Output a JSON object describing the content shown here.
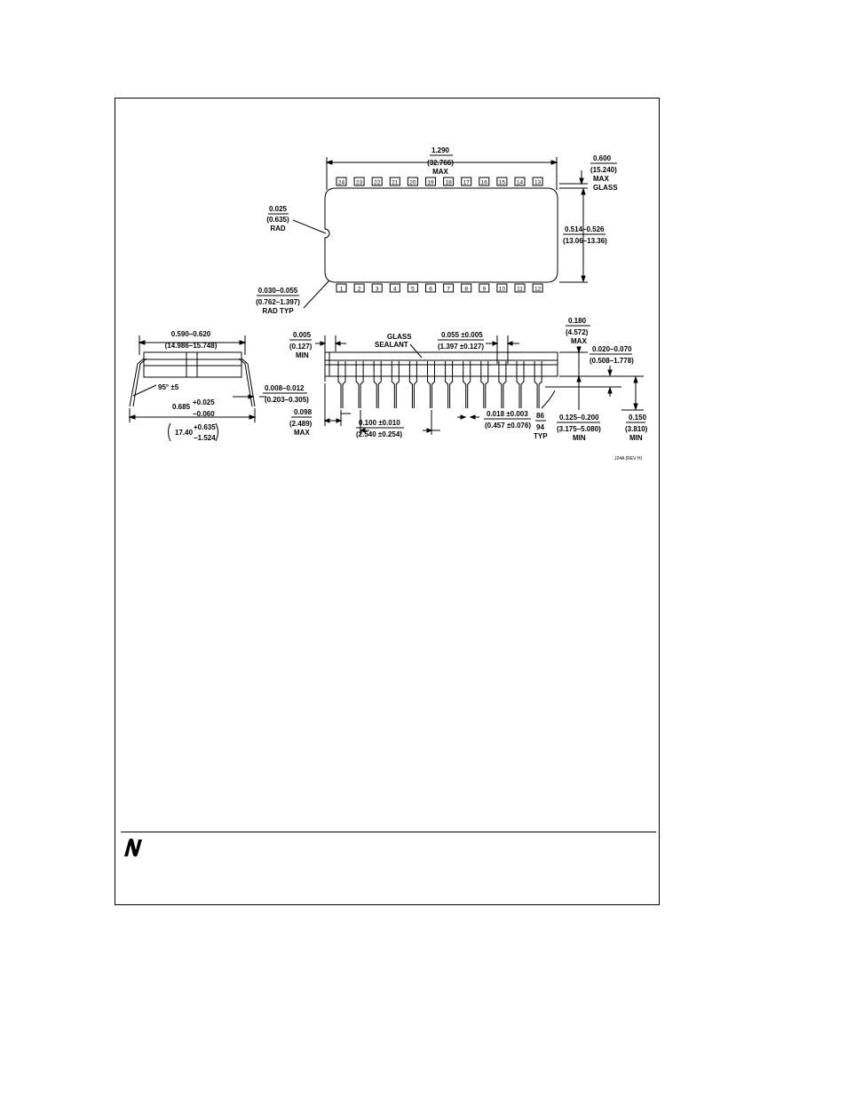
{
  "package_outline": {
    "top_view": {
      "overall_length": {
        "inch": "1.290",
        "mm": "(32.766)",
        "note": "MAX"
      },
      "width_max": {
        "inch": "0.600",
        "mm": "(15.240)",
        "note1": "MAX",
        "note2": "GLASS"
      },
      "body_width": {
        "inch": "0.514–0.526",
        "mm": "(13.06–13.36)"
      },
      "notch_radius": {
        "inch": "0.025",
        "mm": "(0.635)",
        "note": "RAD"
      },
      "corner_radius": {
        "inch": "0.030–0.055",
        "mm": "(0.762–1.397)",
        "note": "RAD TYP"
      },
      "top_pins": [
        "24",
        "23",
        "22",
        "21",
        "20",
        "19",
        "18",
        "17",
        "16",
        "15",
        "14",
        "13"
      ],
      "bottom_pins": [
        "1",
        "2",
        "3",
        "4",
        "5",
        "6",
        "7",
        "8",
        "9",
        "10",
        "11",
        "12"
      ]
    },
    "end_view": {
      "row_spacing": {
        "inch": "0.590–0.620",
        "mm": "(14.986–15.748)"
      },
      "angle": "95° ±5",
      "lead_thickness": {
        "inch": "0.008–0.012",
        "mm": "(0.203–0.305)"
      },
      "spread": {
        "inch": "0.685",
        "tol_plus": "+0.025",
        "tol_minus": "−0.060",
        "mm": "17.40",
        "mm_plus": "+0.635",
        "mm_minus": "−1.524"
      }
    },
    "side_view": {
      "standoff": {
        "inch": "0.005",
        "mm": "(0.127)",
        "note": "MIN"
      },
      "sealant": {
        "line1": "GLASS",
        "line2": "SEALANT"
      },
      "shoulder_width": {
        "inch": "0.055 ±0.005",
        "mm": "(1.397 ±0.127)"
      },
      "height_max": {
        "inch": "0.180",
        "mm": "(4.572)",
        "note": "MAX"
      },
      "seating": {
        "inch": "0.020–0.070",
        "mm": "(0.508–1.778)"
      },
      "end_lead": {
        "inch": "0.098",
        "mm": "(2.489)",
        "note": "MAX"
      },
      "pitch": {
        "inch": "0.100 ±0.010",
        "mm": "(2.540 ±0.254)"
      },
      "lead_width": {
        "inch": "0.018 ±0.003",
        "mm": "(0.457 ±0.076)"
      },
      "lead_angle": {
        "a": "86",
        "b": "94",
        "note": "TYP"
      },
      "lead_length": {
        "inch": "0.125–0.200",
        "mm": "(3.175–5.080)",
        "note": "MIN"
      },
      "seat_height": {
        "inch": "0.150",
        "mm": "(3.810)",
        "note": "MIN"
      }
    },
    "drawing_number": "J24A (REV H)"
  },
  "footer": {
    "logo_icon": "national-semiconductor-logo-icon"
  }
}
